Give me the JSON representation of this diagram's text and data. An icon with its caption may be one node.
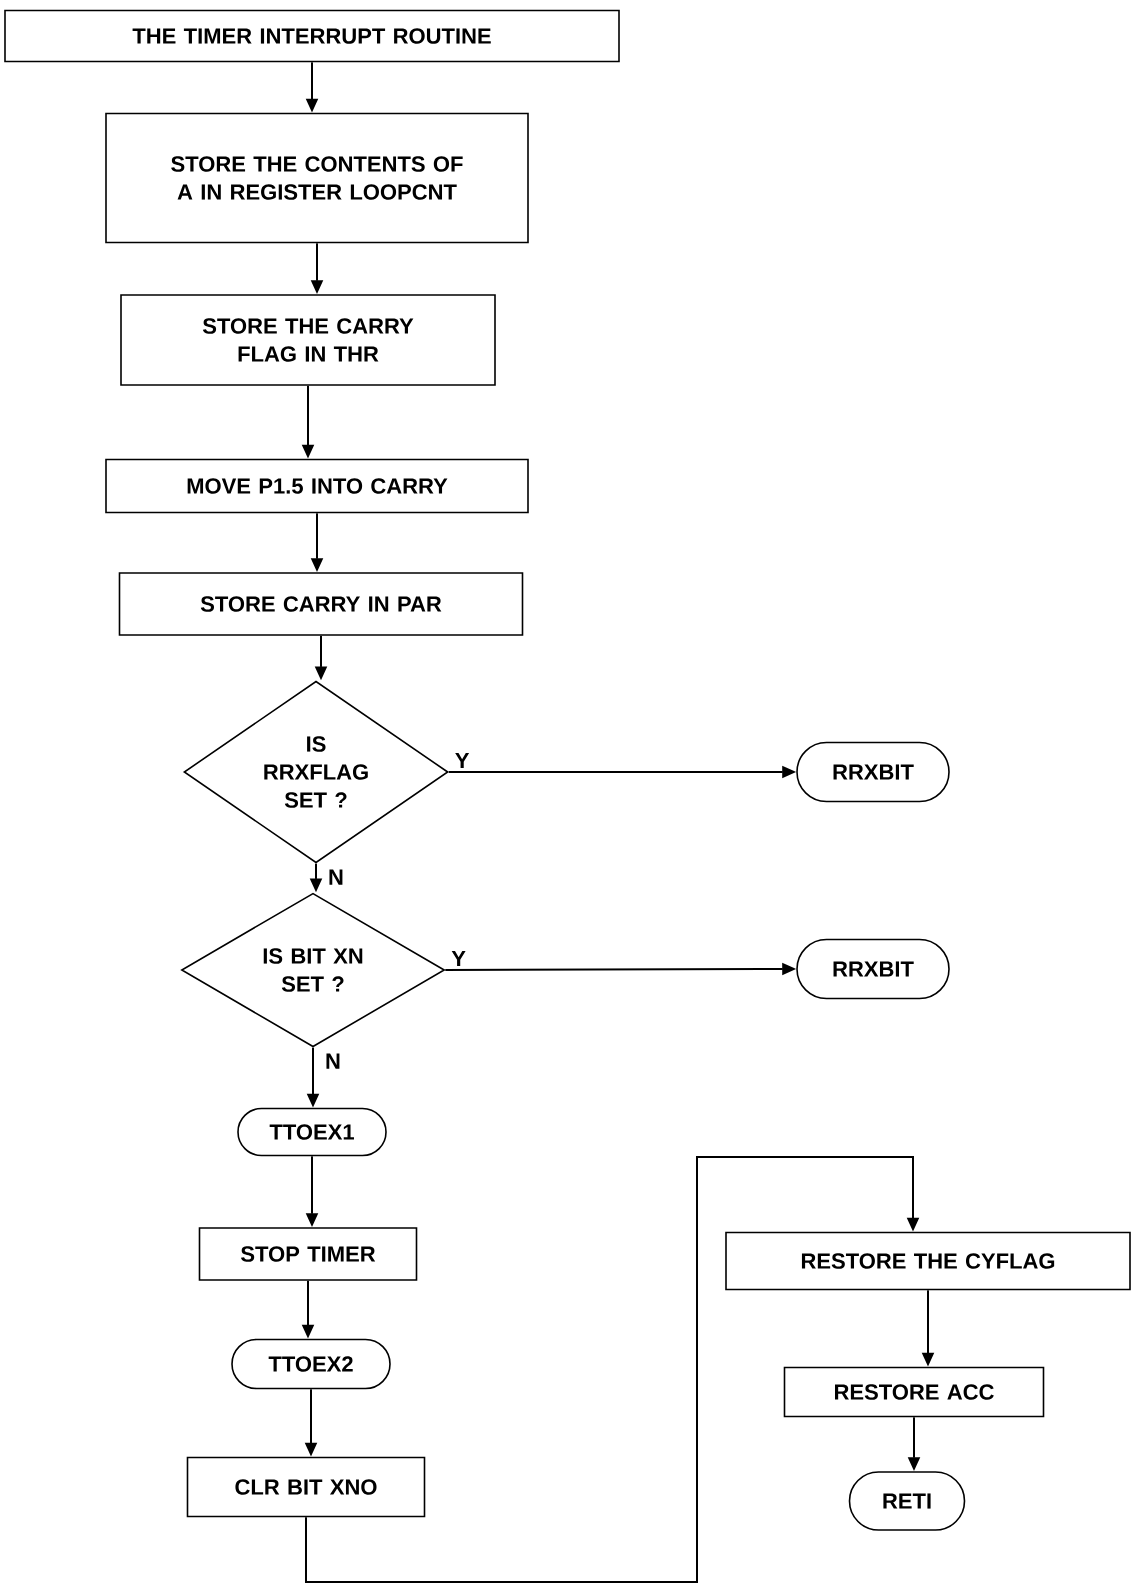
{
  "diagram": {
    "nodes": [
      {
        "text": [
          "THE TIMER INTERRUPT ROUTINE"
        ]
      },
      {
        "text": [
          "STORE THE CONTENTS OF A IN REGISTER LOOPCNT"
        ]
      },
      {
        "text": [
          "STORE THE CARRY FLAG IN THR"
        ]
      },
      {
        "text": [
          "MOVE P1.5 INTO CARRY"
        ]
      },
      {
        "text": [
          "STORE CARRY IN PAR"
        ]
      },
      {
        "text": [
          "IS RRXFLAG SET ?"
        ]
      },
      {
        "text": [
          "RRXBIT"
        ]
      },
      {
        "text": [
          "IS BIT XN SET ?"
        ]
      },
      {
        "text": [
          "RRXBIT"
        ]
      },
      {
        "text": [
          "TTOEX1"
        ]
      },
      {
        "text": [
          "STOP TIMER"
        ]
      },
      {
        "text": [
          "TTOEX2"
        ]
      },
      {
        "text": [
          "CLR BIT XNO"
        ]
      },
      {
        "text": [
          "RESTORE THE CYFLAG"
        ]
      },
      {
        "text": [
          "RESTORE ACC"
        ]
      },
      {
        "text": [
          "RETI"
        ]
      }
    ],
    "edges": [
      {
        "from": 0,
        "to": 1,
        "arrow": "to"
      },
      {
        "from": 1,
        "to": 2,
        "arrow": "to"
      },
      {
        "from": 2,
        "to": 3,
        "arrow": "to"
      },
      {
        "from": 3,
        "to": 4,
        "arrow": "to"
      },
      {
        "from": 4,
        "to": 5,
        "arrow": "to"
      },
      {
        "from": 5,
        "to": 6,
        "arrow": "to",
        "label": "Y"
      },
      {
        "from": 5,
        "to": 7,
        "arrow": "to",
        "label": "N"
      },
      {
        "from": 7,
        "to": 8,
        "arrow": "to",
        "label": "Y"
      },
      {
        "from": 7,
        "to": 9,
        "arrow": "to",
        "label": "N"
      },
      {
        "from": 9,
        "to": 10,
        "arrow": "to"
      },
      {
        "from": 10,
        "to": 11,
        "arrow": "to"
      },
      {
        "from": 11,
        "to": 12,
        "arrow": "to"
      },
      {
        "from": 12,
        "to": 13,
        "arrow": "to"
      },
      {
        "from": 13,
        "to": 14,
        "arrow": "to"
      },
      {
        "from": 14,
        "to": 15,
        "arrow": "to"
      }
    ]
  }
}
